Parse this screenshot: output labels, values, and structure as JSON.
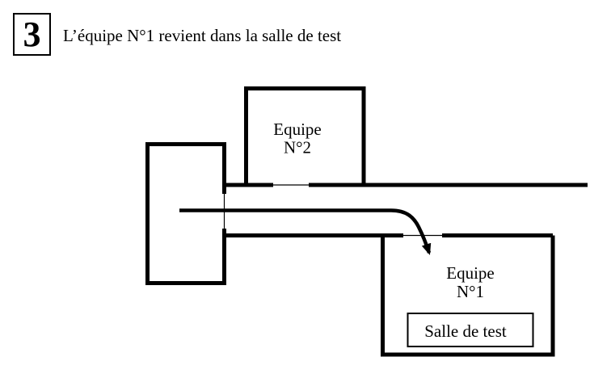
{
  "header": {
    "step_number": "3",
    "title": "L’équipe N°1 revient dans la salle de test"
  },
  "diagram": {
    "team2_room": {
      "line1": "Equipe",
      "line2": "N°2"
    },
    "team1_room": {
      "line1": "Equipe",
      "line2": "N°1"
    },
    "test_room_label": "Salle de test",
    "colors": {
      "wall": "#000000",
      "background": "#ffffff"
    }
  }
}
